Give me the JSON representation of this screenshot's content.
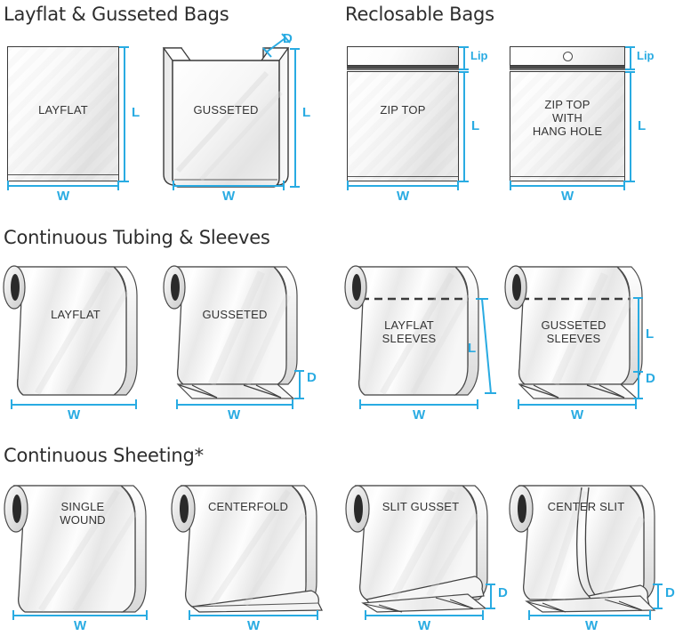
{
  "page": {
    "title": "Packaging Formats Dimension Guide",
    "accent_color": "#29abe2",
    "text_color": "#2d2d2d",
    "background": "#ffffff"
  },
  "sections": [
    {
      "id": "layflat-gusseted-bags",
      "heading": "Layflat & Gusseted Bags"
    },
    {
      "id": "reclosable-bags",
      "heading": "Reclosable Bags"
    },
    {
      "id": "continuous-tubing-sleeves",
      "heading": "Continuous Tubing & Sleeves"
    },
    {
      "id": "continuous-sheeting",
      "heading": "Continuous Sheeting*"
    }
  ],
  "figures": {
    "layflat_bag": {
      "label": "LAYFLAT",
      "dims": {
        "w": "W",
        "l": "L"
      }
    },
    "gusseted_bag": {
      "label": "GUSSETED",
      "dims": {
        "w": "W",
        "l": "L",
        "d": "D"
      }
    },
    "zip_top": {
      "label": "ZIP TOP",
      "dims": {
        "w": "W",
        "l": "L",
        "lip": "Lip"
      }
    },
    "zip_top_hang": {
      "label": "ZIP TOP\nWITH\nHANG HOLE",
      "dims": {
        "w": "W",
        "l": "L",
        "lip": "Lip"
      }
    },
    "tubing_layflat": {
      "label": "LAYFLAT",
      "dims": {
        "w": "W"
      }
    },
    "tubing_gusseted": {
      "label": "GUSSETED",
      "dims": {
        "w": "W",
        "d": "D"
      }
    },
    "layflat_sleeves": {
      "label": "LAYFLAT\nSLEEVES",
      "dims": {
        "w": "W",
        "l": "L"
      }
    },
    "gusseted_sleeves": {
      "label": "GUSSETED\nSLEEVES",
      "dims": {
        "w": "W",
        "l": "L",
        "d": "D"
      }
    },
    "single_wound": {
      "label": "SINGLE\nWOUND",
      "dims": {
        "w": "W"
      }
    },
    "centerfold": {
      "label": "CENTERFOLD",
      "dims": {
        "w": "W"
      }
    },
    "slit_gusset": {
      "label": "SLIT GUSSET",
      "dims": {
        "w": "W",
        "d": "D"
      }
    },
    "center_slit": {
      "label": "CENTER SLIT",
      "dims": {
        "w": "W",
        "d": "D"
      }
    }
  }
}
